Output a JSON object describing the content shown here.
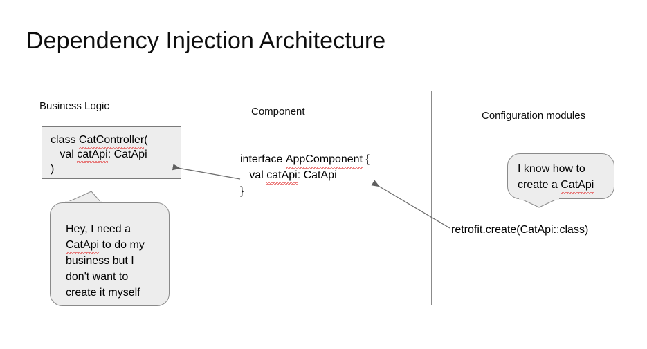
{
  "slide": {
    "title": "Dependency Injection Architecture",
    "background_color": "#ffffff",
    "text_color": "#000000"
  },
  "columns": {
    "business_logic": {
      "heading": "Business Logic",
      "code_box": {
        "fill_color": "#ededed",
        "border_color": "#7a7a7a",
        "lines": [
          "class CatController(",
          "   val catApi: CatApi",
          ")"
        ],
        "text": "class CatController(\n   val catApi: CatApi\n)",
        "misspelled_words": [
          "CatController",
          "catApi"
        ]
      },
      "speech_bubble": {
        "text": "Hey, I need a\nCatApi to do my\nbusiness but I\ndon't want to\ncreate it myself",
        "lines": [
          "Hey, I need a",
          "CatApi to do my",
          "business but I",
          "don't want to",
          "create it myself"
        ],
        "tail_direction": "up",
        "fill_color": "#ededed",
        "border_color": "#8a8a8a",
        "misspelled_words": [
          "CatApi"
        ]
      }
    },
    "component": {
      "heading": "Component",
      "code": {
        "text": "interface AppComponent {\n   val catApi: CatApi\n}",
        "lines": [
          "interface AppComponent {",
          "   val catApi: CatApi",
          "}"
        ],
        "misspelled_words": [
          "AppComponent",
          "catApi"
        ]
      }
    },
    "configuration_modules": {
      "heading": "Configuration modules",
      "speech_bubble": {
        "text": "I know how to\ncreate a CatApi",
        "lines": [
          "I know how to",
          "create a CatApi"
        ],
        "tail_direction": "down",
        "fill_color": "#ededed",
        "border_color": "#8a8a8a",
        "misspelled_words": [
          "CatApi"
        ]
      },
      "code": {
        "text": "retrofit.create(CatApi::class)"
      }
    }
  },
  "dividers": [
    {
      "name": "divider-left",
      "color": "#8b8b8b"
    },
    {
      "name": "divider-right",
      "color": "#8b8b8b"
    }
  ],
  "arrows": [
    {
      "name": "arrow-component-to-controller",
      "from": "interface AppComponent {",
      "to": "class CatController(",
      "color": "#6e6e6e",
      "direction": "left"
    },
    {
      "name": "arrow-retrofit-to-component",
      "from": "retrofit.create(CatApi::class)",
      "to": "val catApi: CatApi",
      "color": "#6e6e6e",
      "direction": "upper-left"
    }
  ]
}
